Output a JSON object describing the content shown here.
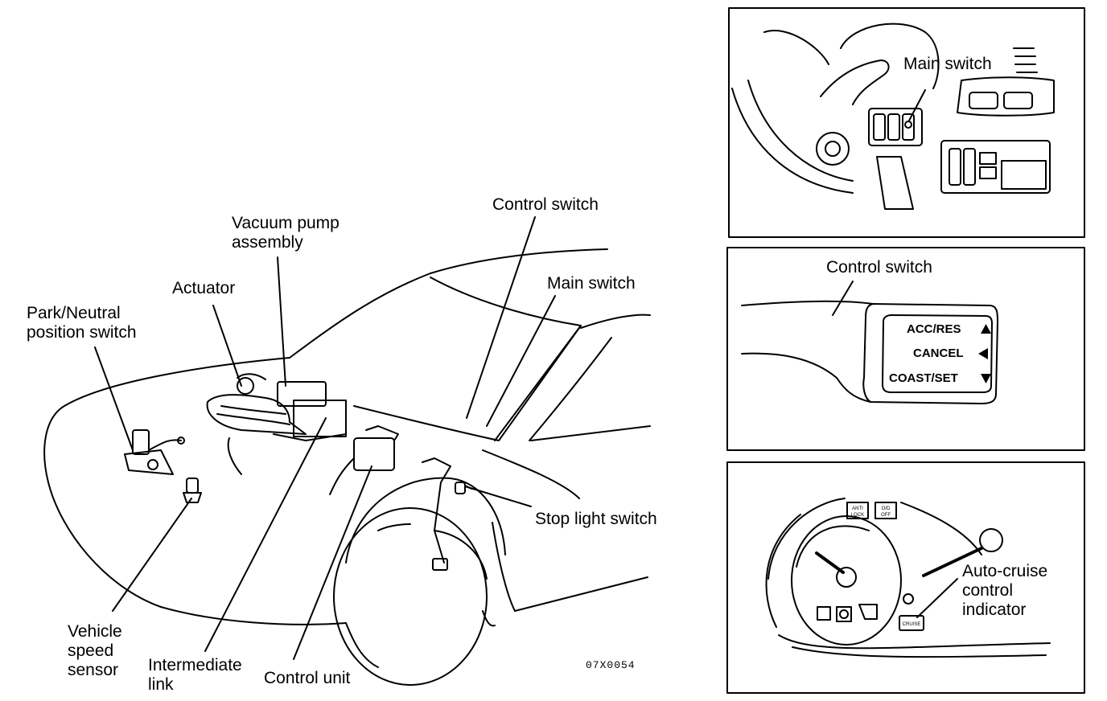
{
  "labels": {
    "park_neutral": "Park/Neutral\nposition switch",
    "actuator": "Actuator",
    "vacuum_pump": "Vacuum pump\nassembly",
    "control_switch": "Control switch",
    "main_switch": "Main switch",
    "stop_light_switch": "Stop light switch",
    "vehicle_speed_sensor": "Vehicle\nspeed\nsensor",
    "intermediate_link": "Intermediate\nlink",
    "control_unit": "Control unit",
    "figure_code": "07X0054"
  },
  "panel_main_switch": {
    "label": "Main switch"
  },
  "panel_control_switch": {
    "label": "Control switch",
    "acc_res": "ACC/RES",
    "cancel": "CANCEL",
    "coast_set": "COAST/SET"
  },
  "panel_indicator": {
    "label": "Auto-cruise\ncontrol\nindicator",
    "anti_lock_1": "ANTI",
    "anti_lock_2": "LOCK",
    "over_drive_1": "O/D",
    "over_drive_2": "OFF",
    "cruise_tag": "CRUISE"
  },
  "icons": {
    "acc_res_arrow": "triangle-up",
    "cancel_arrow": "triangle-left",
    "coast_set_arrow": "triangle-down"
  }
}
